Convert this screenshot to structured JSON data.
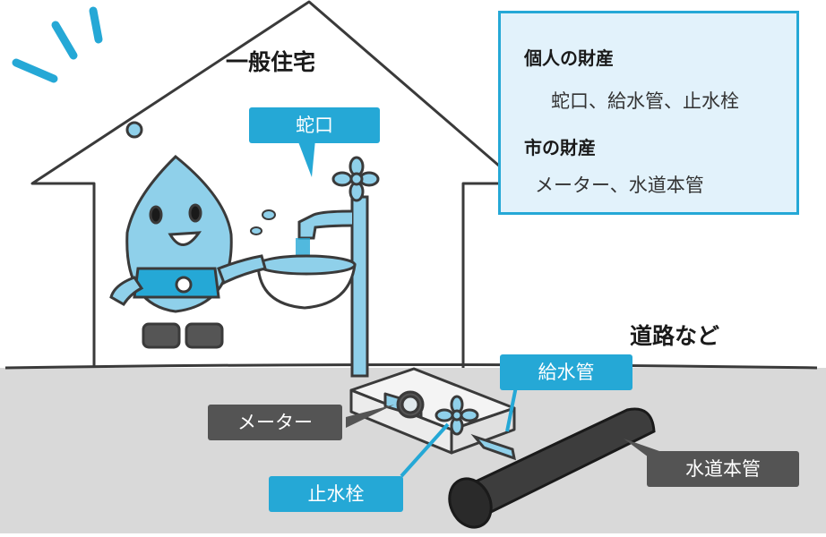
{
  "labels": {
    "house": "一般住宅",
    "road": "道路など",
    "faucet": "蛇口",
    "supply_pipe": "給水管",
    "meter": "メーター",
    "stop_valve": "止水栓",
    "main_pipe": "水道本管"
  },
  "info_box": {
    "private_heading": "個人の財産",
    "private_items": "蛇口、給水管、止水栓",
    "city_heading": "市の財産",
    "city_items": "メーター、水道本管"
  },
  "colors": {
    "accent_blue": "#25a8d6",
    "dark_tag": "#545454",
    "ground": "#d9d9d9",
    "info_bg": "#e2f2fb"
  }
}
